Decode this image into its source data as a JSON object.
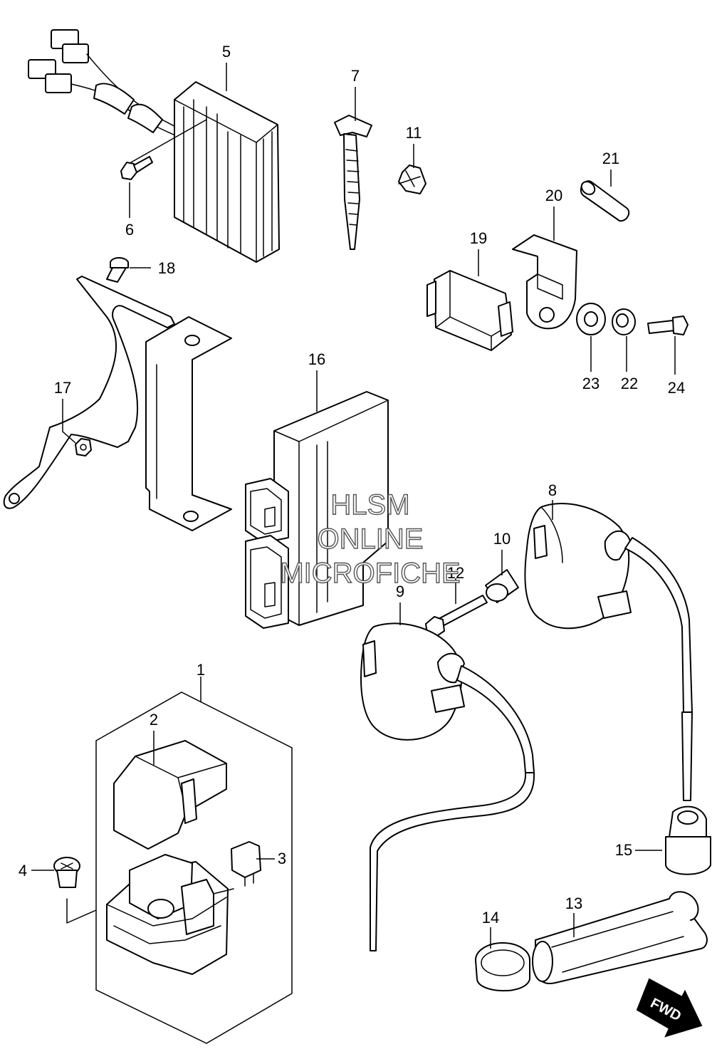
{
  "callouts": {
    "p1": "1",
    "p2": "2",
    "p3": "3",
    "p4": "4",
    "p5": "5",
    "p6": "6",
    "p7": "7",
    "p8": "8",
    "p9": "9",
    "p10": "10",
    "p11": "11",
    "p12": "12",
    "p13": "13",
    "p14": "14",
    "p15": "15",
    "p16": "16",
    "p17": "17",
    "p18": "18",
    "p19": "19",
    "p20": "20",
    "p21": "21",
    "p22": "22",
    "p23": "23",
    "p24": "24"
  },
  "watermark": {
    "line1": "HLSM",
    "line2": "ONLINE",
    "line3": "MICROFICHE"
  },
  "direction_badge": "FWD"
}
